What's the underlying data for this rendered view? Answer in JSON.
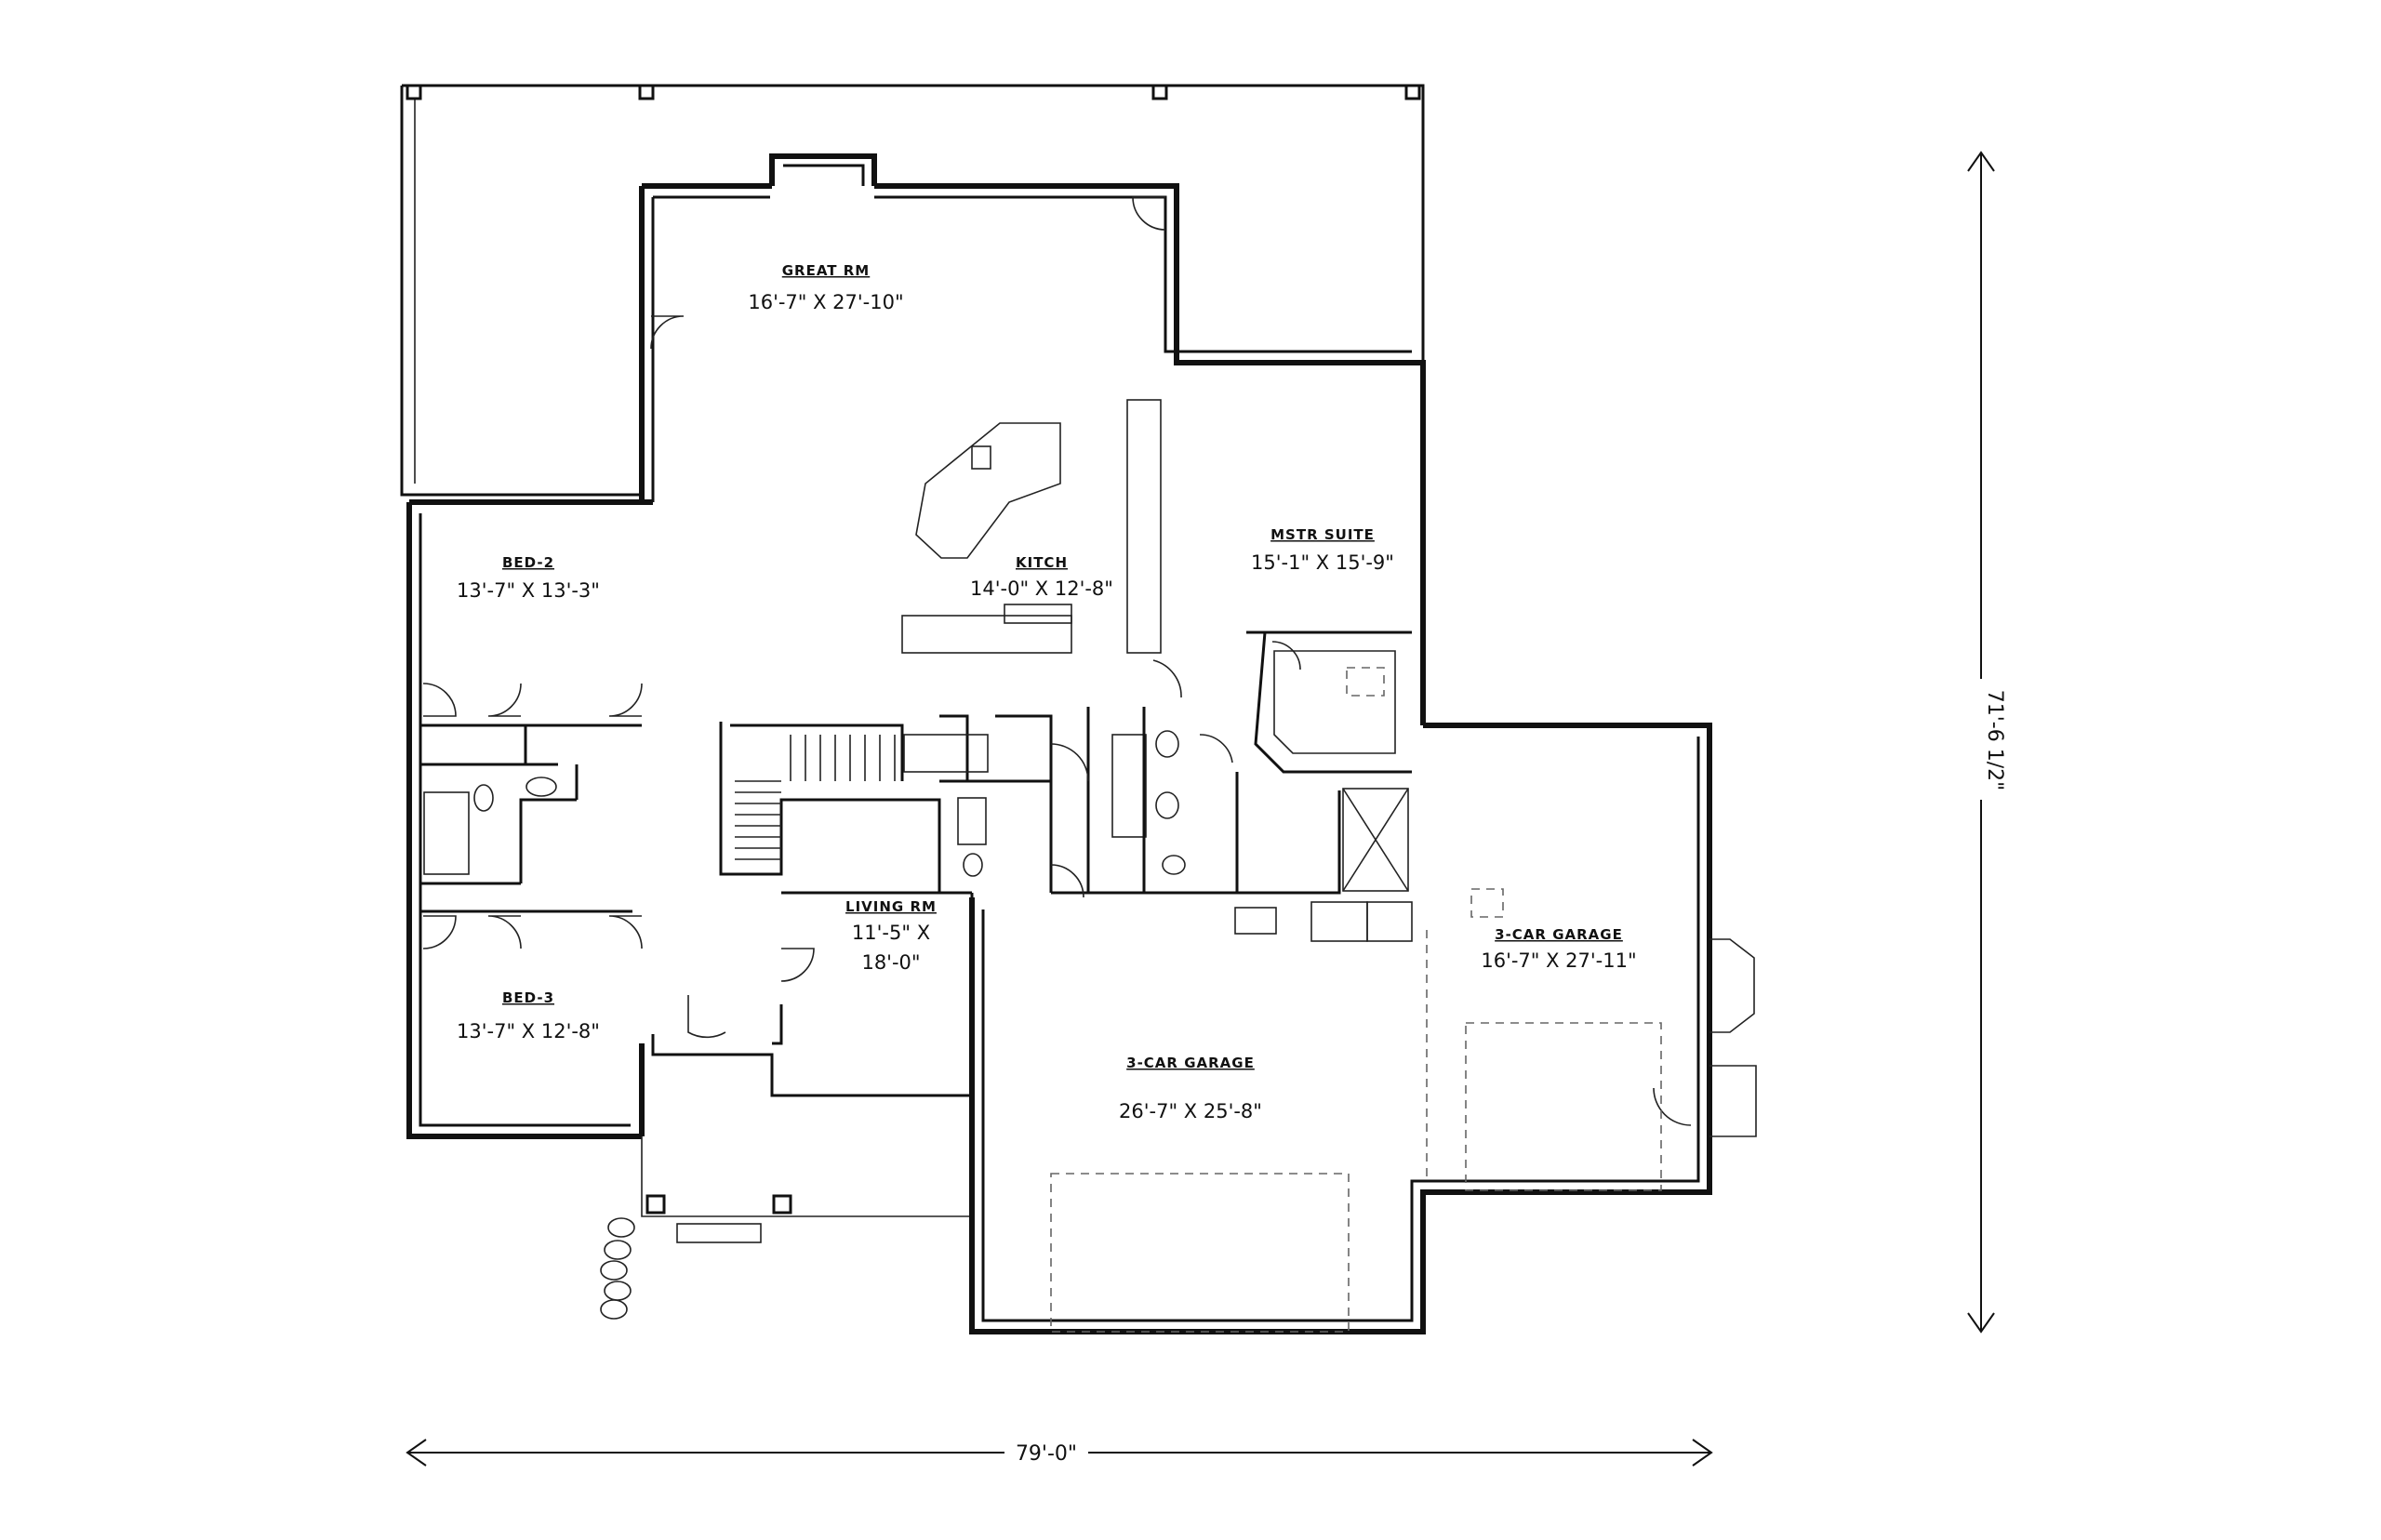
{
  "rooms": {
    "great_rm": {
      "name": "GREAT RM",
      "dims": "16'-7\" X 27'-10\""
    },
    "kitch": {
      "name": "KITCH",
      "dims": "14'-0\" X 12'-8\""
    },
    "mstr_suite": {
      "name": "MSTR SUITE",
      "dims": "15'-1\" X 15'-9\""
    },
    "bed_2": {
      "name": "BED-2",
      "dims": "13'-7\" X 13'-3\""
    },
    "bed_3": {
      "name": "BED-3",
      "dims": "13'-7\" X 12'-8\""
    },
    "living_rm": {
      "name": "LIVING RM",
      "dims_line1": "11'-5\" X",
      "dims_line2": "18'-0\""
    },
    "garage_3car_main": {
      "name": "3-CAR GARAGE",
      "dims": "26'-7\" X 25'-8\""
    },
    "garage_3car_side": {
      "name": "3-CAR GARAGE",
      "dims": "16'-7\" X 27'-11\""
    }
  },
  "dimensions": {
    "overall_width": "79'-0\"",
    "overall_depth": "71'-6 1/2\""
  }
}
